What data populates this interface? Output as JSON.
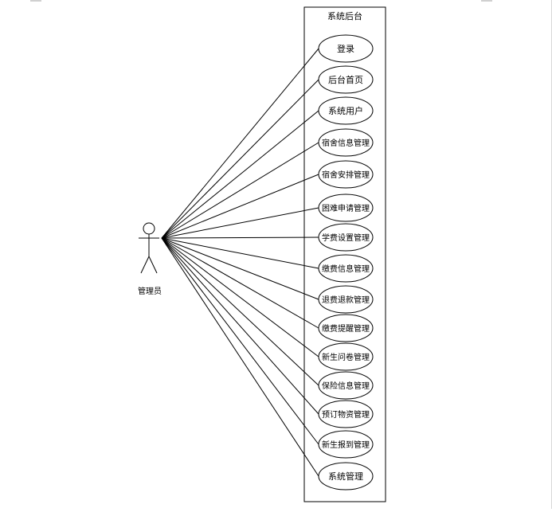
{
  "system": {
    "title": "系统后台"
  },
  "actor": {
    "label": "管理员"
  },
  "use_cases": [
    "登录",
    "后台首页",
    "系统用户",
    "宿舍信息管理",
    "宿舍安排管理",
    "困难申请管理",
    "学费设置管理",
    "缴费信息管理",
    "退费退款管理",
    "缴费提醒管理",
    "新生问卷管理",
    "保险信息管理",
    "预订物资管理",
    "新生报到管理",
    "系统管理"
  ],
  "colors": {
    "stroke": "#000000",
    "background": "#ffffff"
  }
}
